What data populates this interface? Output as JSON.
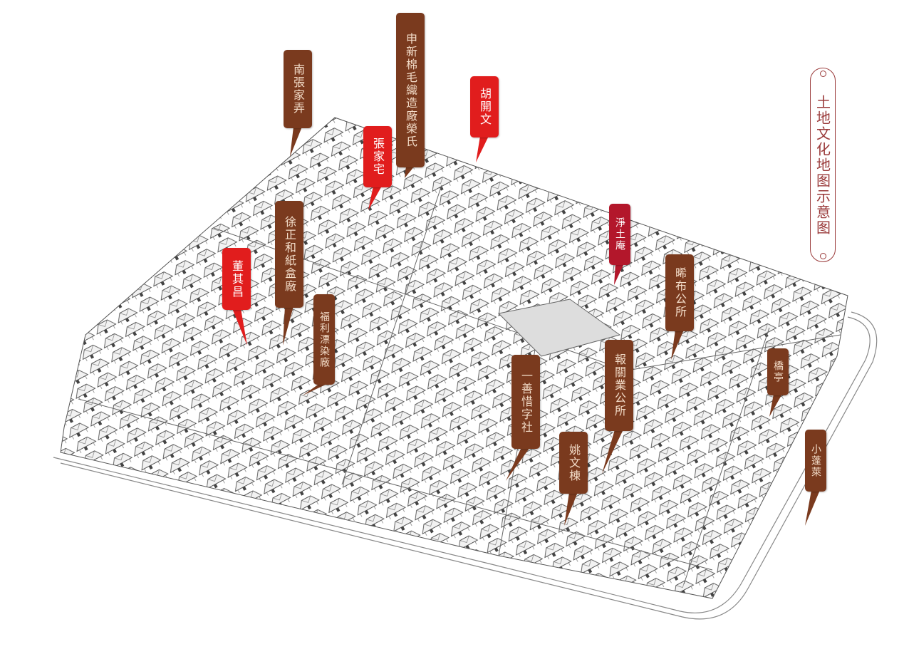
{
  "title": "土地文化地图示意图",
  "colors": {
    "brown": "#7a3a1e",
    "red": "#e11d1d",
    "crimson": "#b3172b",
    "title": "#9a3a3a"
  },
  "labels": [
    {
      "text": "南張家弄",
      "color": "brown"
    },
    {
      "text": "申新棉毛織造廠榮氏",
      "color": "brown"
    },
    {
      "text": "胡開文",
      "color": "red"
    },
    {
      "text": "張家宅",
      "color": "red"
    },
    {
      "text": "徐正和紙盒廠",
      "color": "brown"
    },
    {
      "text": "董其昌",
      "color": "red"
    },
    {
      "text": "福利漂染廠",
      "color": "brown"
    },
    {
      "text": "淨土庵",
      "color": "crimson"
    },
    {
      "text": "晞布公所",
      "color": "brown"
    },
    {
      "text": "橋亭",
      "color": "brown"
    },
    {
      "text": "報關業公所",
      "color": "brown"
    },
    {
      "text": "一善惜字社",
      "color": "brown"
    },
    {
      "text": "姚文棟",
      "color": "brown"
    },
    {
      "text": "小蓬萊",
      "color": "brown"
    }
  ]
}
